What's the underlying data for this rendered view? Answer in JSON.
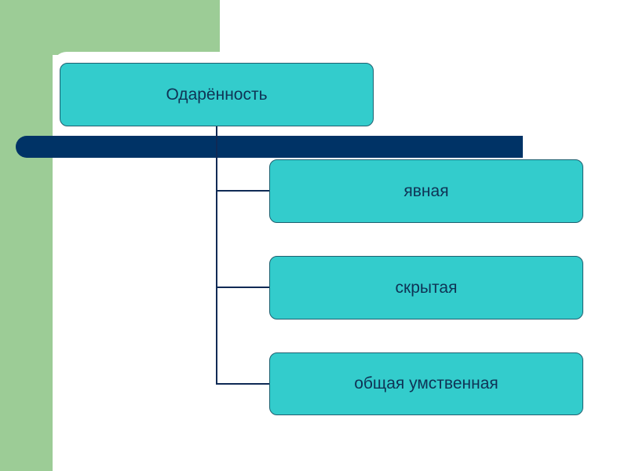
{
  "diagram": {
    "root": "Одарённость",
    "children": [
      "явная",
      "скрытая",
      "общая умственная"
    ]
  }
}
